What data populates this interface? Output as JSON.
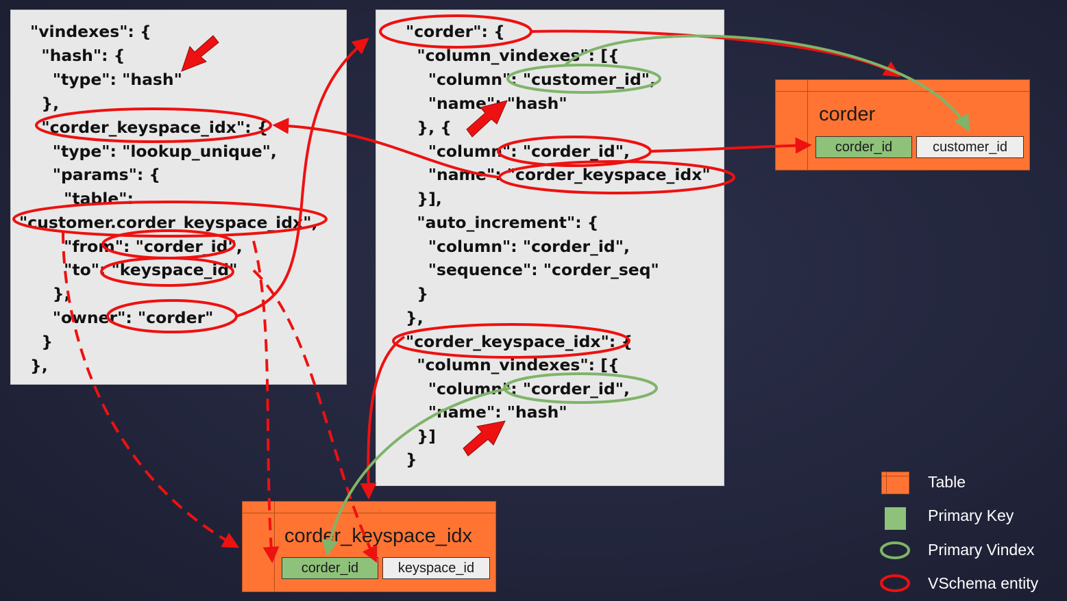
{
  "left_code": [
    "\"vindexes\": {",
    "  \"hash\": {",
    "    \"type\": \"hash\"",
    "  },",
    "  \"corder_keyspace_idx\": {",
    "    \"type\": \"lookup_unique\",",
    "    \"params\": {",
    "      \"table\":",
    "\"customer.corder_keyspace_idx\",",
    "      \"from\": \"corder_id\",",
    "      \"to\": \"keyspace_id\"",
    "    },",
    "    \"owner\": \"corder\"",
    "  }",
    "},"
  ],
  "right_code": [
    "\"corder\": {",
    "  \"column_vindexes\": [{",
    "    \"column\": \"customer_id\",",
    "    \"name\": \"hash\"",
    "  }, {",
    "    \"column\": \"corder_id\",",
    "    \"name\": \"corder_keyspace_idx\"",
    "  }],",
    "  \"auto_increment\": {",
    "    \"column\": \"corder_id\",",
    "    \"sequence\": \"corder_seq\"",
    "  }",
    "},",
    "\"corder_keyspace_idx\": {",
    "  \"column_vindexes\": [{",
    "    \"column\": \"corder_id\",",
    "    \"name\": \"hash\"",
    "  }]",
    "}"
  ],
  "tables": {
    "corder": {
      "name": "corder",
      "pk": "corder_id",
      "column": "customer_id"
    },
    "lookup": {
      "name": "corder_keyspace_idx",
      "pk": "corder_id",
      "column": "keyspace_id"
    }
  },
  "legend": {
    "table": "Table",
    "primary_key": "Primary Key",
    "primary_vindex": "Primary Vindex",
    "vschema_entity": "VSchema entity"
  },
  "colors": {
    "background": "#22253b",
    "panel": "#e8e8e8",
    "table": "#ff7433",
    "primary_key": "#8ec27a",
    "vschema_red": "#ee1111",
    "vindex_green": "#7fb46a"
  }
}
